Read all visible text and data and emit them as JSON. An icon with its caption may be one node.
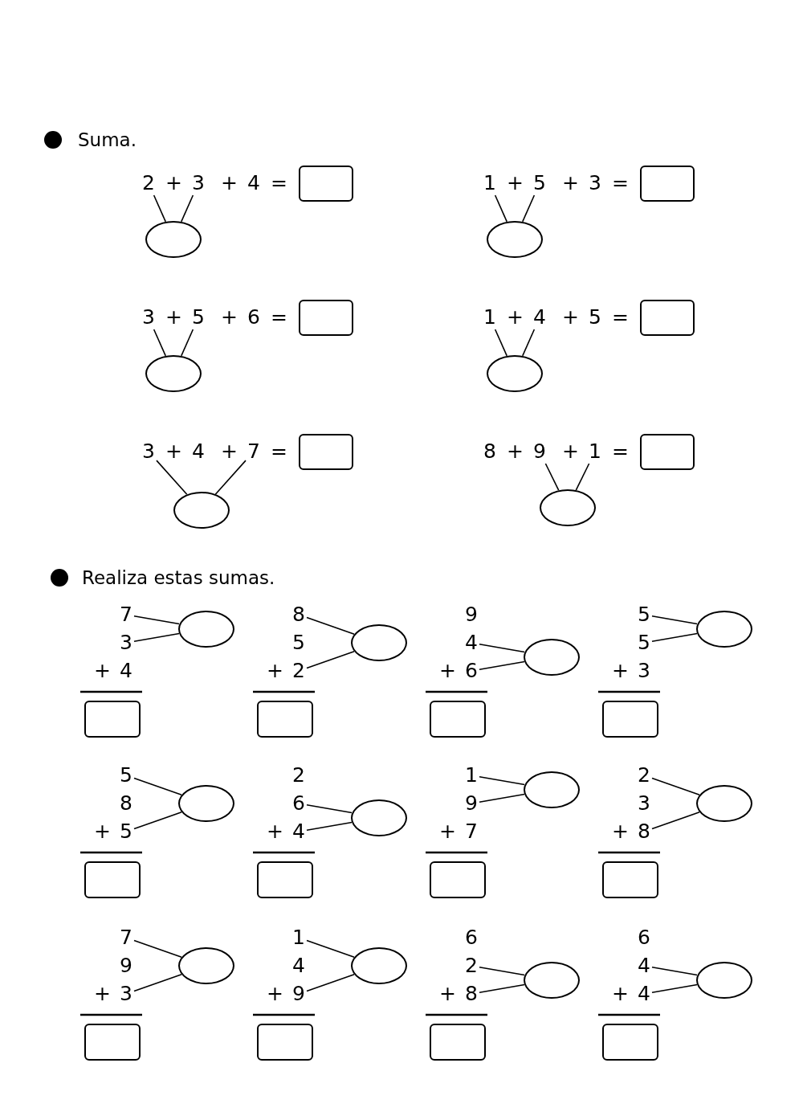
{
  "diagram": {
    "nodes": [
      {
        "text": [
          "2"
        ]
      },
      {
        "text": [
          "3"
        ]
      },
      {
        "text": [],
        "shape": "box"
      },
      {
        "text": [],
        "shape": "circle"
      },
      {
        "text": [
          "1"
        ]
      },
      {
        "text": [
          "5"
        ]
      },
      {
        "text": [],
        "shape": "box"
      },
      {
        "text": [],
        "shape": "circle"
      },
      {
        "text": [
          "3"
        ]
      },
      {
        "text": [
          "5"
        ]
      },
      {
        "text": [],
        "shape": "box"
      },
      {
        "text": [],
        "shape": "circle"
      },
      {
        "text": [
          "1"
        ]
      },
      {
        "text": [
          "4"
        ]
      },
      {
        "text": [],
        "shape": "box"
      },
      {
        "text": [],
        "shape": "circle"
      },
      {
        "text": [
          "3"
        ]
      },
      {
        "text": [
          "7"
        ]
      },
      {
        "text": [],
        "shape": "box"
      },
      {
        "text": [],
        "shape": "circle"
      },
      {
        "text": [
          "9"
        ]
      },
      {
        "text": [
          "1"
        ]
      },
      {
        "text": [],
        "shape": "box"
      },
      {
        "text": [],
        "shape": "circle"
      },
      {
        "text": [
          "7"
        ]
      },
      {
        "text": [
          "3"
        ]
      },
      {
        "text": [],
        "shape": "circle"
      },
      {
        "text": [],
        "shape": "box"
      },
      {
        "text": [
          "8"
        ]
      },
      {
        "text": [
          "2"
        ]
      },
      {
        "text": [],
        "shape": "circle"
      },
      {
        "text": [],
        "shape": "box"
      },
      {
        "text": [
          "4"
        ]
      },
      {
        "text": [
          "6"
        ]
      },
      {
        "text": [],
        "shape": "circle"
      },
      {
        "text": [],
        "shape": "box"
      },
      {
        "text": [
          "5"
        ]
      },
      {
        "text": [
          "5"
        ]
      },
      {
        "text": [],
        "shape": "circle"
      },
      {
        "text": [],
        "shape": "box"
      },
      {
        "text": [
          "5"
        ]
      },
      {
        "text": [
          "5"
        ]
      },
      {
        "text": [],
        "shape": "circle"
      },
      {
        "text": [],
        "shape": "box"
      },
      {
        "text": [
          "6"
        ]
      },
      {
        "text": [
          "4"
        ]
      },
      {
        "text": [],
        "shape": "circle"
      },
      {
        "text": [],
        "shape": "box"
      },
      {
        "text": [
          "1"
        ]
      },
      {
        "text": [
          "9"
        ]
      },
      {
        "text": [],
        "shape": "circle"
      },
      {
        "text": [],
        "shape": "box"
      },
      {
        "text": [
          "2"
        ]
      },
      {
        "text": [
          "8"
        ]
      },
      {
        "text": [],
        "shape": "circle"
      },
      {
        "text": [],
        "shape": "box"
      },
      {
        "text": [
          "7"
        ]
      },
      {
        "text": [
          "3"
        ]
      },
      {
        "text": [],
        "shape": "circle"
      },
      {
        "text": [],
        "shape": "box"
      },
      {
        "text": [
          "1"
        ]
      },
      {
        "text": [
          "9"
        ]
      },
      {
        "text": [],
        "shape": "circle"
      },
      {
        "text": [],
        "shape": "box"
      },
      {
        "text": [
          "2"
        ]
      },
      {
        "text": [
          "8"
        ]
      },
      {
        "text": [],
        "shape": "circle"
      },
      {
        "text": [],
        "shape": "box"
      },
      {
        "text": [
          "4"
        ]
      },
      {
        "text": [
          "4"
        ]
      },
      {
        "text": [],
        "shape": "circle"
      },
      {
        "text": [],
        "shape": "box"
      }
    ],
    "edges": [
      {
        "from": 0,
        "to": 3,
        "arrow": "none"
      },
      {
        "from": 1,
        "to": 3,
        "arrow": "none"
      },
      {
        "from": 4,
        "to": 7,
        "arrow": "none"
      },
      {
        "from": 5,
        "to": 7,
        "arrow": "none"
      },
      {
        "from": 8,
        "to": 11,
        "arrow": "none"
      },
      {
        "from": 9,
        "to": 11,
        "arrow": "none"
      },
      {
        "from": 12,
        "to": 15,
        "arrow": "none"
      },
      {
        "from": 13,
        "to": 15,
        "arrow": "none"
      },
      {
        "from": 16,
        "to": 19,
        "arrow": "none"
      },
      {
        "from": 17,
        "to": 19,
        "arrow": "none"
      },
      {
        "from": 20,
        "to": 23,
        "arrow": "none"
      },
      {
        "from": 21,
        "to": 23,
        "arrow": "none"
      },
      {
        "from": 24,
        "to": 26,
        "arrow": "none"
      },
      {
        "from": 25,
        "to": 26,
        "arrow": "none"
      },
      {
        "from": 28,
        "to": 30,
        "arrow": "none"
      },
      {
        "from": 29,
        "to": 30,
        "arrow": "none"
      },
      {
        "from": 32,
        "to": 34,
        "arrow": "none"
      },
      {
        "from": 33,
        "to": 34,
        "arrow": "none"
      },
      {
        "from": 36,
        "to": 38,
        "arrow": "none"
      },
      {
        "from": 37,
        "to": 38,
        "arrow": "none"
      },
      {
        "from": 40,
        "to": 42,
        "arrow": "none"
      },
      {
        "from": 41,
        "to": 42,
        "arrow": "none"
      },
      {
        "from": 44,
        "to": 46,
        "arrow": "none"
      },
      {
        "from": 45,
        "to": 46,
        "arrow": "none"
      },
      {
        "from": 48,
        "to": 50,
        "arrow": "none"
      },
      {
        "from": 49,
        "to": 50,
        "arrow": "none"
      },
      {
        "from": 52,
        "to": 54,
        "arrow": "none"
      },
      {
        "from": 53,
        "to": 54,
        "arrow": "none"
      },
      {
        "from": 56,
        "to": 58,
        "arrow": "none"
      },
      {
        "from": 57,
        "to": 58,
        "arrow": "none"
      },
      {
        "from": 60,
        "to": 62,
        "arrow": "none"
      },
      {
        "from": 61,
        "to": 62,
        "arrow": "none"
      },
      {
        "from": 64,
        "to": 66,
        "arrow": "none"
      },
      {
        "from": 65,
        "to": 66,
        "arrow": "none"
      },
      {
        "from": 68,
        "to": 70,
        "arrow": "none"
      },
      {
        "from": 69,
        "to": 70,
        "arrow": "none"
      }
    ],
    "labels": [
      "Suma.",
      "+",
      "+",
      "4",
      "=",
      "+",
      "+",
      "3",
      "=",
      "+",
      "+",
      "6",
      "=",
      "+",
      "+",
      "5",
      "=",
      "+",
      "4",
      "+",
      "=",
      "8",
      "+",
      "+",
      "=",
      "Realiza estas sumas.",
      "+",
      "4",
      "5",
      "+",
      "9",
      "+",
      "+",
      "3",
      "8",
      "+",
      "2",
      "+",
      "+",
      "7",
      "3",
      "+",
      "9",
      "+",
      "4",
      "+",
      "6",
      "+",
      "6",
      "+"
    ]
  }
}
